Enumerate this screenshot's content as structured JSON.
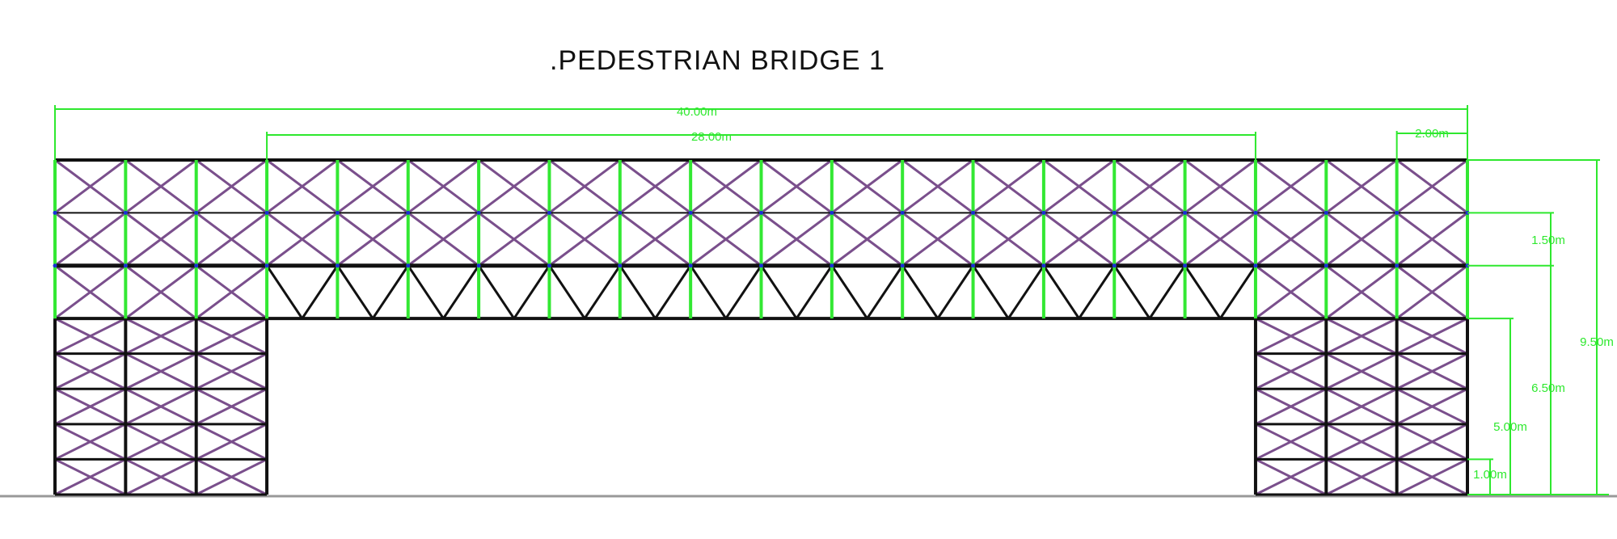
{
  "title": ".PEDESTRIAN  BRIDGE  1",
  "dimensions": {
    "total_length": "40.00m",
    "span_length": "28.00m",
    "bay_width": "2.00m",
    "rail_height": "1.50m",
    "total_height": "9.50m",
    "deck_height": "6.50m",
    "truss_bottom_height": "5.00m",
    "lift_height": "1.00m"
  },
  "structure_m": {
    "total_length": 40,
    "tower_width": 6,
    "bay": 2,
    "levels_upper": [
      5,
      6.5,
      8,
      9.5
    ],
    "levels_tower": [
      0,
      1,
      2,
      3,
      4,
      5
    ]
  },
  "colors": {
    "frame": "#111111",
    "bracing": "#7a4f8c",
    "column_upper": "#33e833",
    "dimension": "#2ee82e",
    "node": "#1a2fd6",
    "ground": "#999999"
  }
}
